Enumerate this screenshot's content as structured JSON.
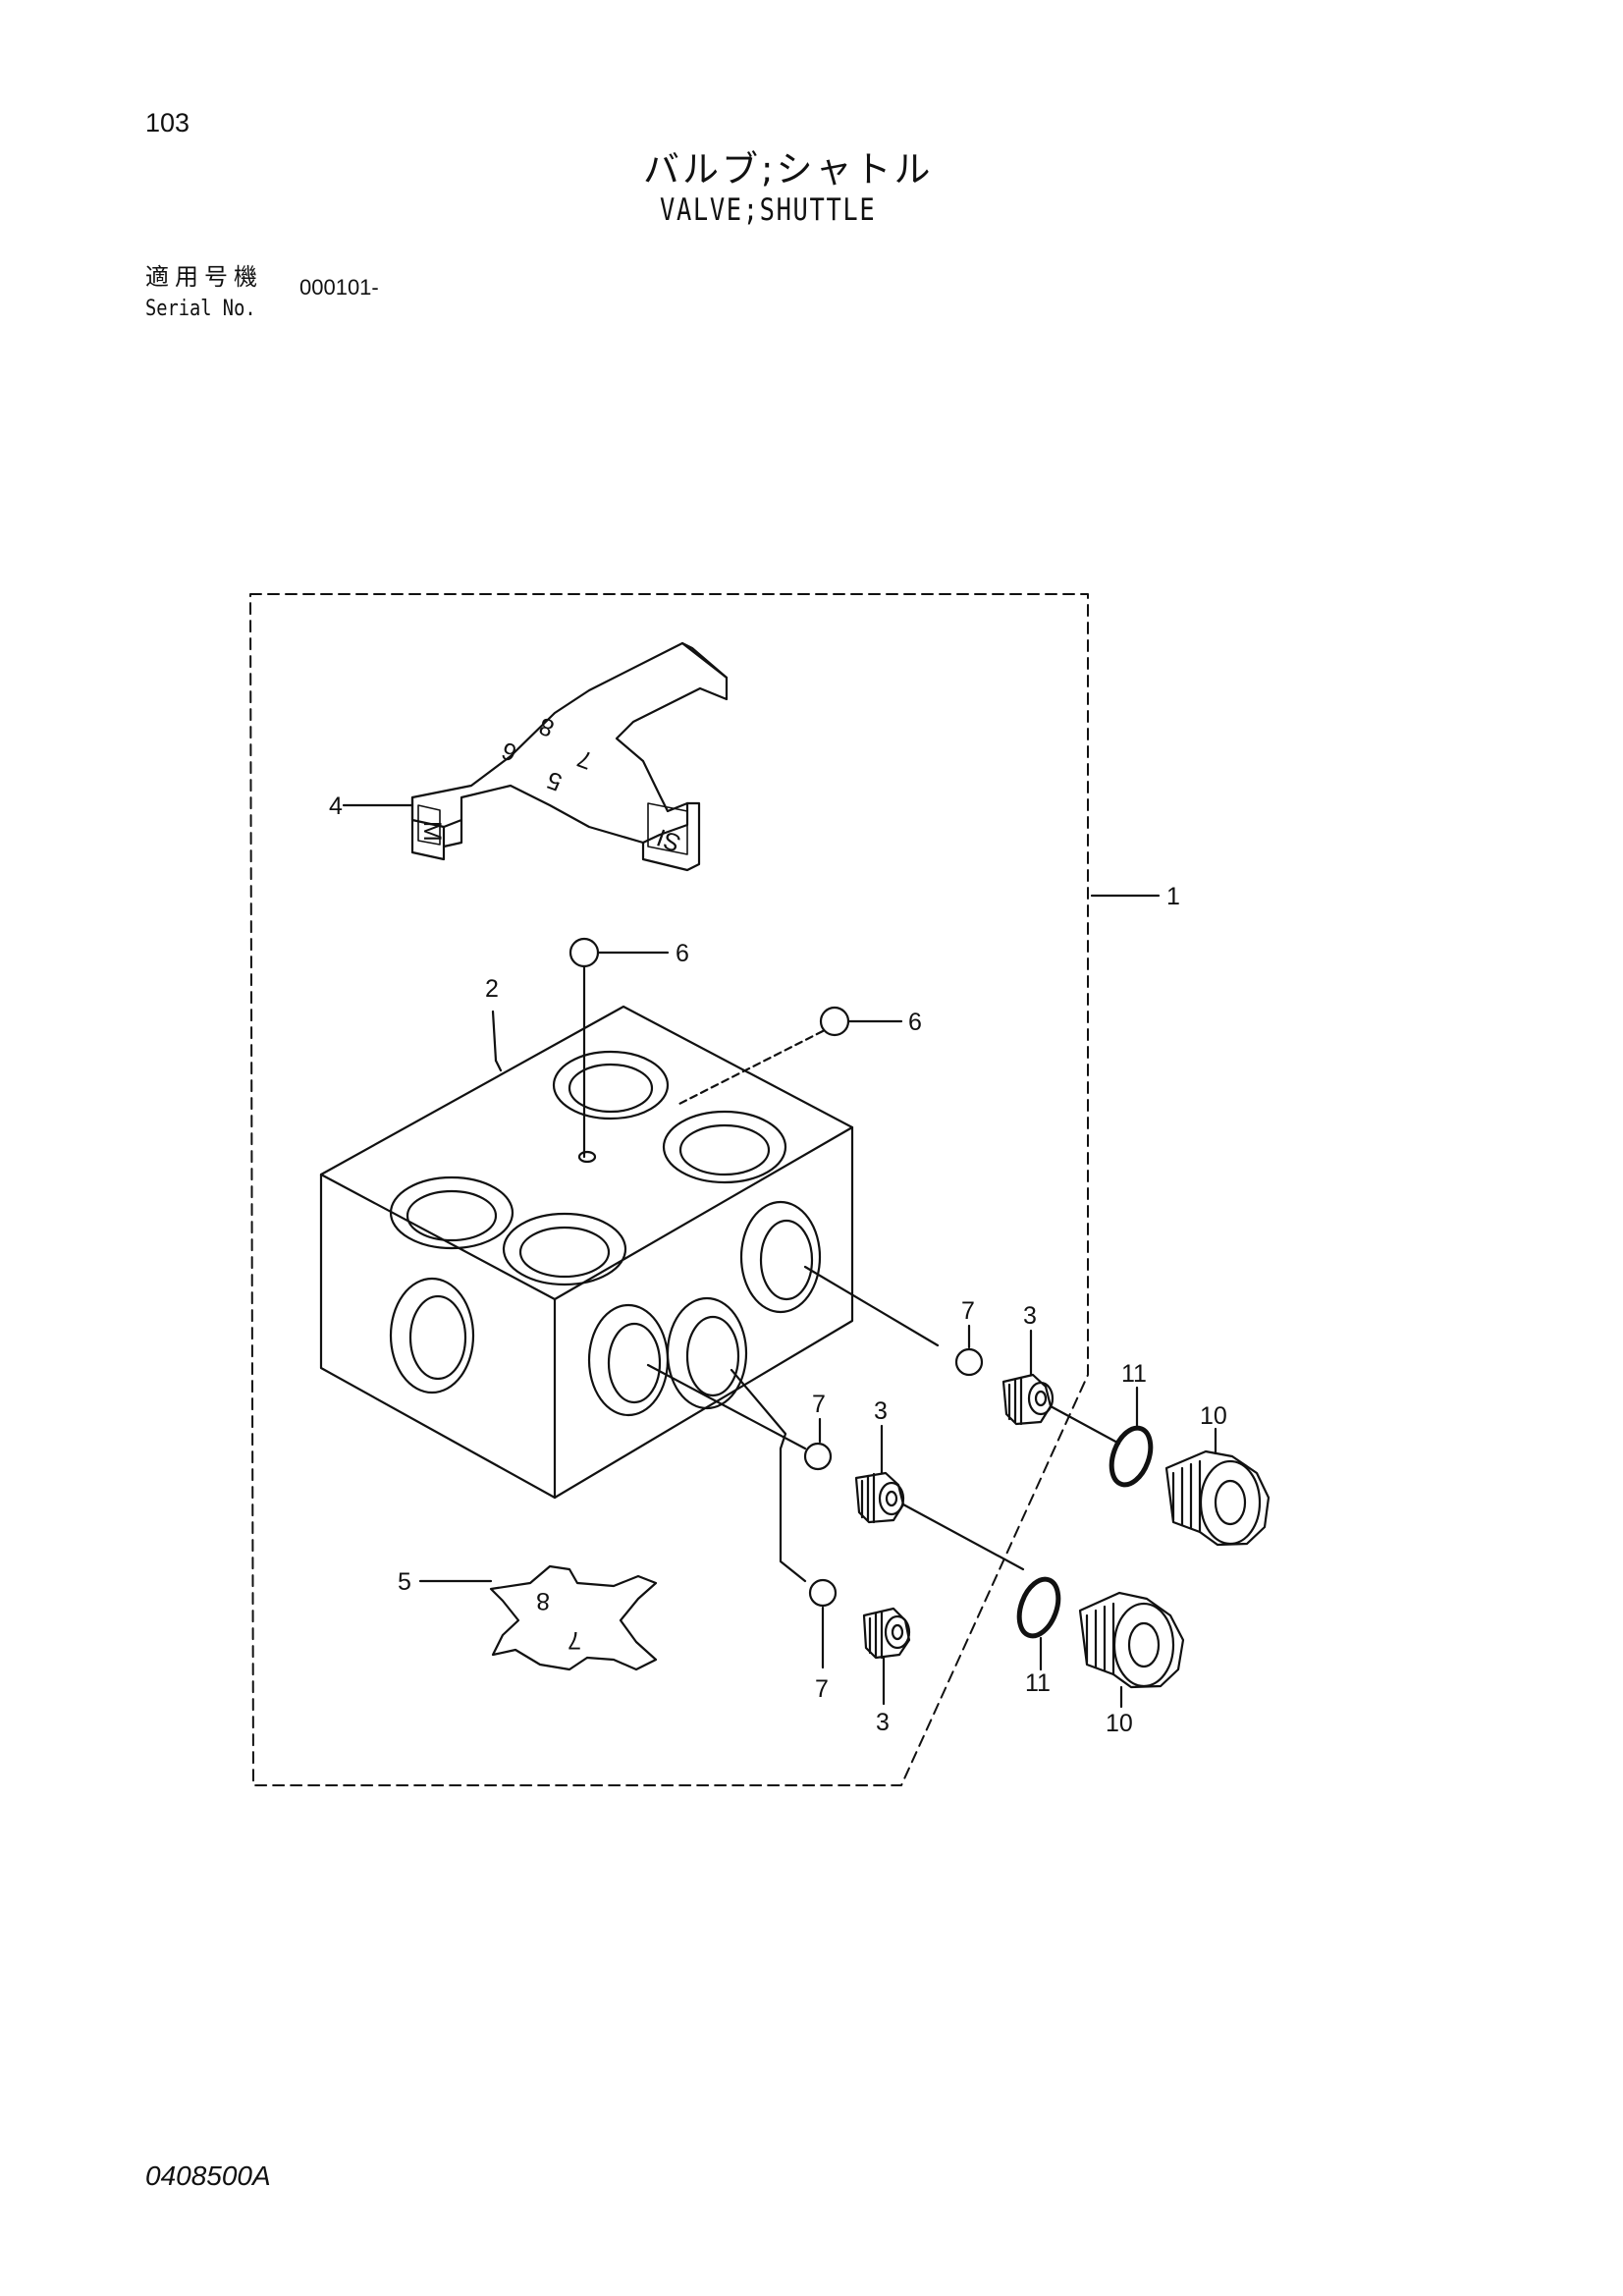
{
  "page_number": "103",
  "title_jp": "バルブ;シャトル",
  "title_en": "VALVE;SHUTTLE",
  "serial": {
    "label_jp": "適用号機",
    "label_en": "Serial No.",
    "value": "000101-"
  },
  "doc_code": "0408500A",
  "callouts": {
    "c1": "1",
    "c2": "2",
    "c3a": "3",
    "c3b": "3",
    "c3c": "3",
    "c4": "4",
    "c5": "5",
    "c6a": "6",
    "c6b": "6",
    "c7a": "7",
    "c7b": "7",
    "c7c": "7",
    "c10a": "10",
    "c10b": "10",
    "c11a": "11",
    "c11b": "11"
  },
  "bracket_marks": [
    "8",
    "7",
    "6",
    "5",
    "M",
    "SI"
  ],
  "plate_marks": [
    "8",
    "7"
  ]
}
